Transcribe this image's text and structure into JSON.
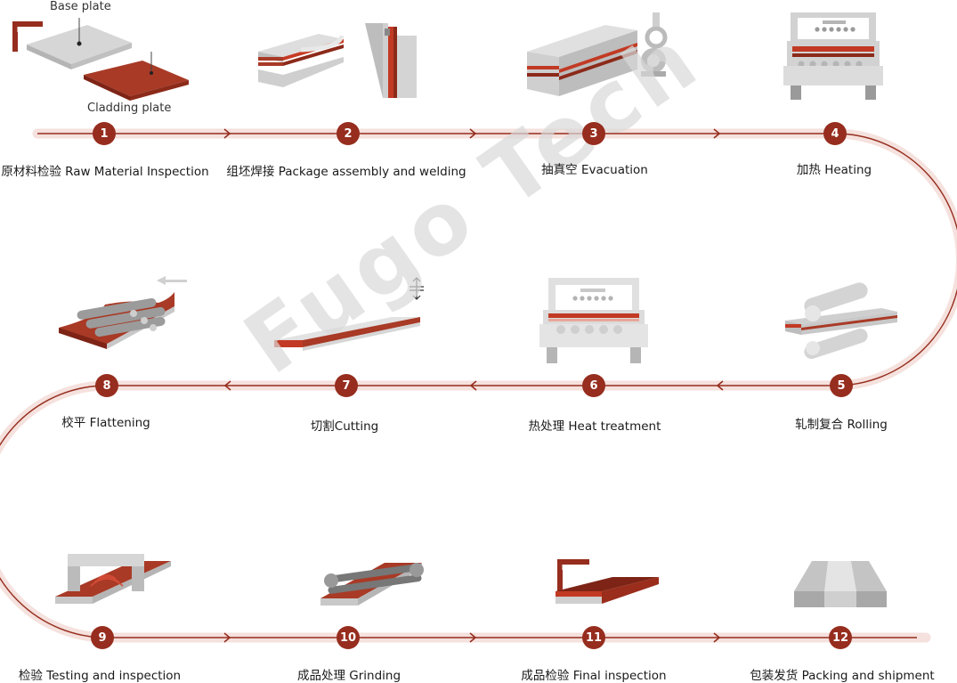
{
  "watermark": "Fugo Tech",
  "colors": {
    "accent": "#962d1e",
    "track": "#f3dcd8",
    "steel": "#c8c8c8",
    "copper": "#a33322"
  },
  "annotations": {
    "base_plate": "Base plate",
    "cladding_plate": "Cladding plate"
  },
  "steps": [
    {
      "num": "1",
      "label": "原材料检验 Raw Material Inspection",
      "icon": "raw-material-icon"
    },
    {
      "num": "2",
      "label": "组坯焊接 Package assembly and welding",
      "icon": "package-welding-icon"
    },
    {
      "num": "3",
      "label": "抽真空 Evacuation",
      "icon": "vacuum-pump-icon"
    },
    {
      "num": "4",
      "label": "加热 Heating",
      "icon": "furnace-icon"
    },
    {
      "num": "5",
      "label": "轧制复合 Rolling",
      "icon": "rolling-mill-icon"
    },
    {
      "num": "6",
      "label": "热处理 Heat treatment",
      "icon": "heat-treatment-furnace-icon"
    },
    {
      "num": "7",
      "label": "切割Cutting",
      "icon": "cutting-icon"
    },
    {
      "num": "8",
      "label": "校平 Flattening",
      "icon": "flattening-rollers-icon"
    },
    {
      "num": "9",
      "label": "检验 Testing and inspection",
      "icon": "ultrasonic-testing-icon"
    },
    {
      "num": "10",
      "label": "成品处理 Grinding",
      "icon": "grinding-belt-icon"
    },
    {
      "num": "11",
      "label": "成品检验 Final inspection",
      "icon": "final-inspection-icon"
    },
    {
      "num": "12",
      "label": "包装发货 Packing and shipment",
      "icon": "packed-plates-icon"
    }
  ]
}
